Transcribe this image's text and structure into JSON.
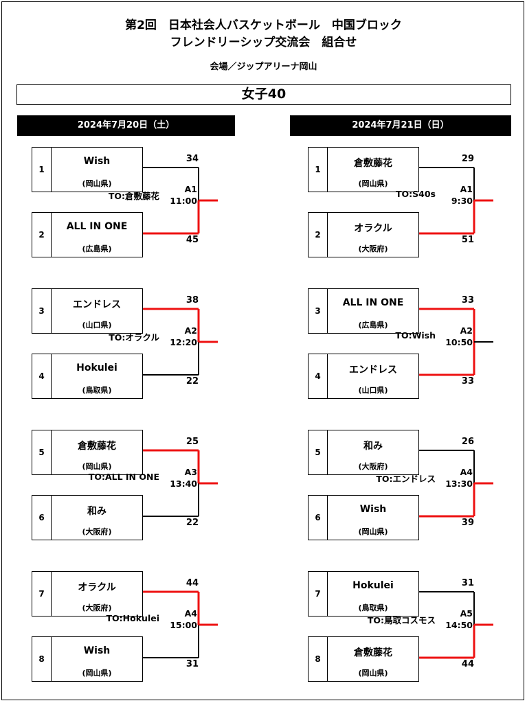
{
  "title_line1": "第2回　日本社会人バスケットボール　中国ブロック",
  "title_line2": "フレンドリーシップ交流会　組合せ",
  "venue": "会場／ジップアリーナ岡山",
  "category": "女子40",
  "days": [
    {
      "date": "2024年7月20日（土）",
      "games": [
        {
          "top": {
            "seed": "1",
            "name": "Wish",
            "pref": "(岡山県)",
            "score": "34"
          },
          "bottom": {
            "seed": "2",
            "name": "ALL IN ONE",
            "pref": "(広島県)",
            "score": "45"
          },
          "game_id": "A1",
          "time": "11:00",
          "to": "TO:倉敷藤花",
          "winner": "bottom"
        },
        {
          "top": {
            "seed": "3",
            "name": "エンドレス",
            "pref": "(山口県)",
            "score": "38"
          },
          "bottom": {
            "seed": "4",
            "name": "Hokulei",
            "pref": "(鳥取県)",
            "score": "22"
          },
          "game_id": "A2",
          "time": "12:20",
          "to": "TO:オラクル",
          "winner": "top"
        },
        {
          "top": {
            "seed": "5",
            "name": "倉敷藤花",
            "pref": "(岡山県)",
            "score": "25"
          },
          "bottom": {
            "seed": "6",
            "name": "和み",
            "pref": "(大阪府)",
            "score": "22"
          },
          "game_id": "A3",
          "time": "13:40",
          "to": "TO:ALL IN ONE",
          "winner": "top"
        },
        {
          "top": {
            "seed": "7",
            "name": "オラクル",
            "pref": "(大阪府)",
            "score": "44"
          },
          "bottom": {
            "seed": "8",
            "name": "Wish",
            "pref": "(岡山県)",
            "score": "31"
          },
          "game_id": "A4",
          "time": "15:00",
          "to": "TO:Hokulei",
          "winner": "top"
        }
      ]
    },
    {
      "date": "2024年7月21日（日）",
      "games": [
        {
          "top": {
            "seed": "1",
            "name": "倉敷藤花",
            "pref": "(岡山県)",
            "score": "29"
          },
          "bottom": {
            "seed": "2",
            "name": "オラクル",
            "pref": "(大阪府)",
            "score": "51"
          },
          "game_id": "A1",
          "time": "9:30",
          "to": "TO:S40s",
          "winner": "bottom"
        },
        {
          "top": {
            "seed": "3",
            "name": "ALL IN ONE",
            "pref": "(広島県)",
            "score": "33"
          },
          "bottom": {
            "seed": "4",
            "name": "エンドレス",
            "pref": "(山口県)",
            "score": "33"
          },
          "game_id": "A2",
          "time": "10:50",
          "to": "TO:Wish",
          "winner": "both"
        },
        {
          "top": {
            "seed": "5",
            "name": "和み",
            "pref": "(大阪府)",
            "score": "26"
          },
          "bottom": {
            "seed": "6",
            "name": "Wish",
            "pref": "(岡山県)",
            "score": "39"
          },
          "game_id": "A4",
          "time": "13:30",
          "to": "TO:エンドレス",
          "winner": "bottom"
        },
        {
          "top": {
            "seed": "7",
            "name": "Hokulei",
            "pref": "(鳥取県)",
            "score": "31"
          },
          "bottom": {
            "seed": "8",
            "name": "倉敷藤花",
            "pref": "(岡山県)",
            "score": "44"
          },
          "game_id": "A5",
          "time": "14:50",
          "to": "TO:鳥取コスモス",
          "winner": "bottom"
        }
      ]
    }
  ]
}
